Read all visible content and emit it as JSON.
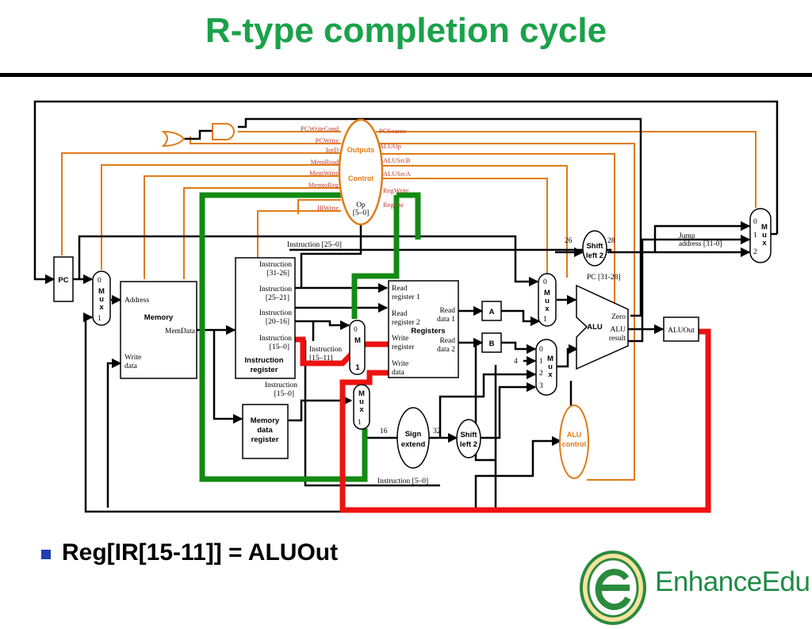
{
  "title": "R-type completion cycle",
  "bullet": "Reg[IR[15-11]] = ALUOut",
  "logo": {
    "text": "EnhanceEdu",
    "icon": "enhanceedu-logo-icon"
  },
  "colors": {
    "title": "#1aa24a",
    "control": "#e07b17",
    "active_read": "#138a13",
    "active_write": "#ee1111",
    "bullet": "#1f3fb3"
  },
  "control": {
    "outputs": "Outputs",
    "name": "Control",
    "op": "Op",
    "op_bits": "[5–0]",
    "signals_left": [
      "PCWriteCond",
      "PCWrite",
      "IorD",
      "MemRead",
      "MemWrite",
      "MemtoReg",
      "IRWrite"
    ],
    "signals_right": [
      "PCSource",
      "ALUOp",
      "ALUSrcB",
      "ALUSrcA",
      "RegWrite",
      "RegDst"
    ]
  },
  "pc": "PC",
  "mux": {
    "m": "M",
    "u": "u",
    "x": "x",
    "in0": "0",
    "in1": "1",
    "in2": "2",
    "in3": "3"
  },
  "memory": {
    "name": "Memory",
    "address": "Address",
    "memdata": "MemData",
    "write": "Write",
    "data": "data"
  },
  "ir": {
    "f1": "Instruction",
    "f1b": "[31-26]",
    "f2": "Instruction",
    "f2b": "[25–21]",
    "f3": "Instruction",
    "f3b": "[20–16]",
    "f4": "Instruction",
    "f4b": "[15–0]",
    "name1": "Instruction",
    "name2": "register",
    "f5": "Instruction",
    "f5b": "[15–11]"
  },
  "instr_25_0": "Instruction [25–0]",
  "instr_15_0_a": "Instruction",
  "instr_15_0_b": "[15–0]",
  "instr_5_0": "Instruction [5–0]",
  "mdr": {
    "l1": "Memory",
    "l2": "data",
    "l3": "register"
  },
  "registers": {
    "read_reg1_a": "Read",
    "read_reg1_b": "register 1",
    "read_reg2_a": "Read",
    "read_reg2_b": "register 2",
    "name": "Registers",
    "write_reg_a": "Write",
    "write_reg_b": "register",
    "write_data_a": "Write",
    "write_data_b": "data",
    "read_data1_a": "Read",
    "read_data1_b": "data 1",
    "read_data2_a": "Read",
    "read_data2_b": "data 2"
  },
  "reg_a": "A",
  "reg_b": "B",
  "sign_extend": {
    "l1": "Sign",
    "l2": "extend",
    "in_bits": "16",
    "out_bits": "32"
  },
  "shift_left_2": {
    "l1": "Shift",
    "l2": "left 2"
  },
  "shift_jump": {
    "l1": "Shift",
    "l2": "left 2",
    "in_bits": "26",
    "out_bits": "28"
  },
  "jump_address_a": "Jump",
  "jump_address_b": "address [31-0]",
  "pc_31_28": "PC [31-28]",
  "alu": {
    "name": "ALU",
    "zero": "Zero",
    "result_a": "ALU",
    "result_b": "result"
  },
  "aluout": "ALUOut",
  "alu_control": {
    "l1": "ALU",
    "l2": "control"
  },
  "four": "4"
}
